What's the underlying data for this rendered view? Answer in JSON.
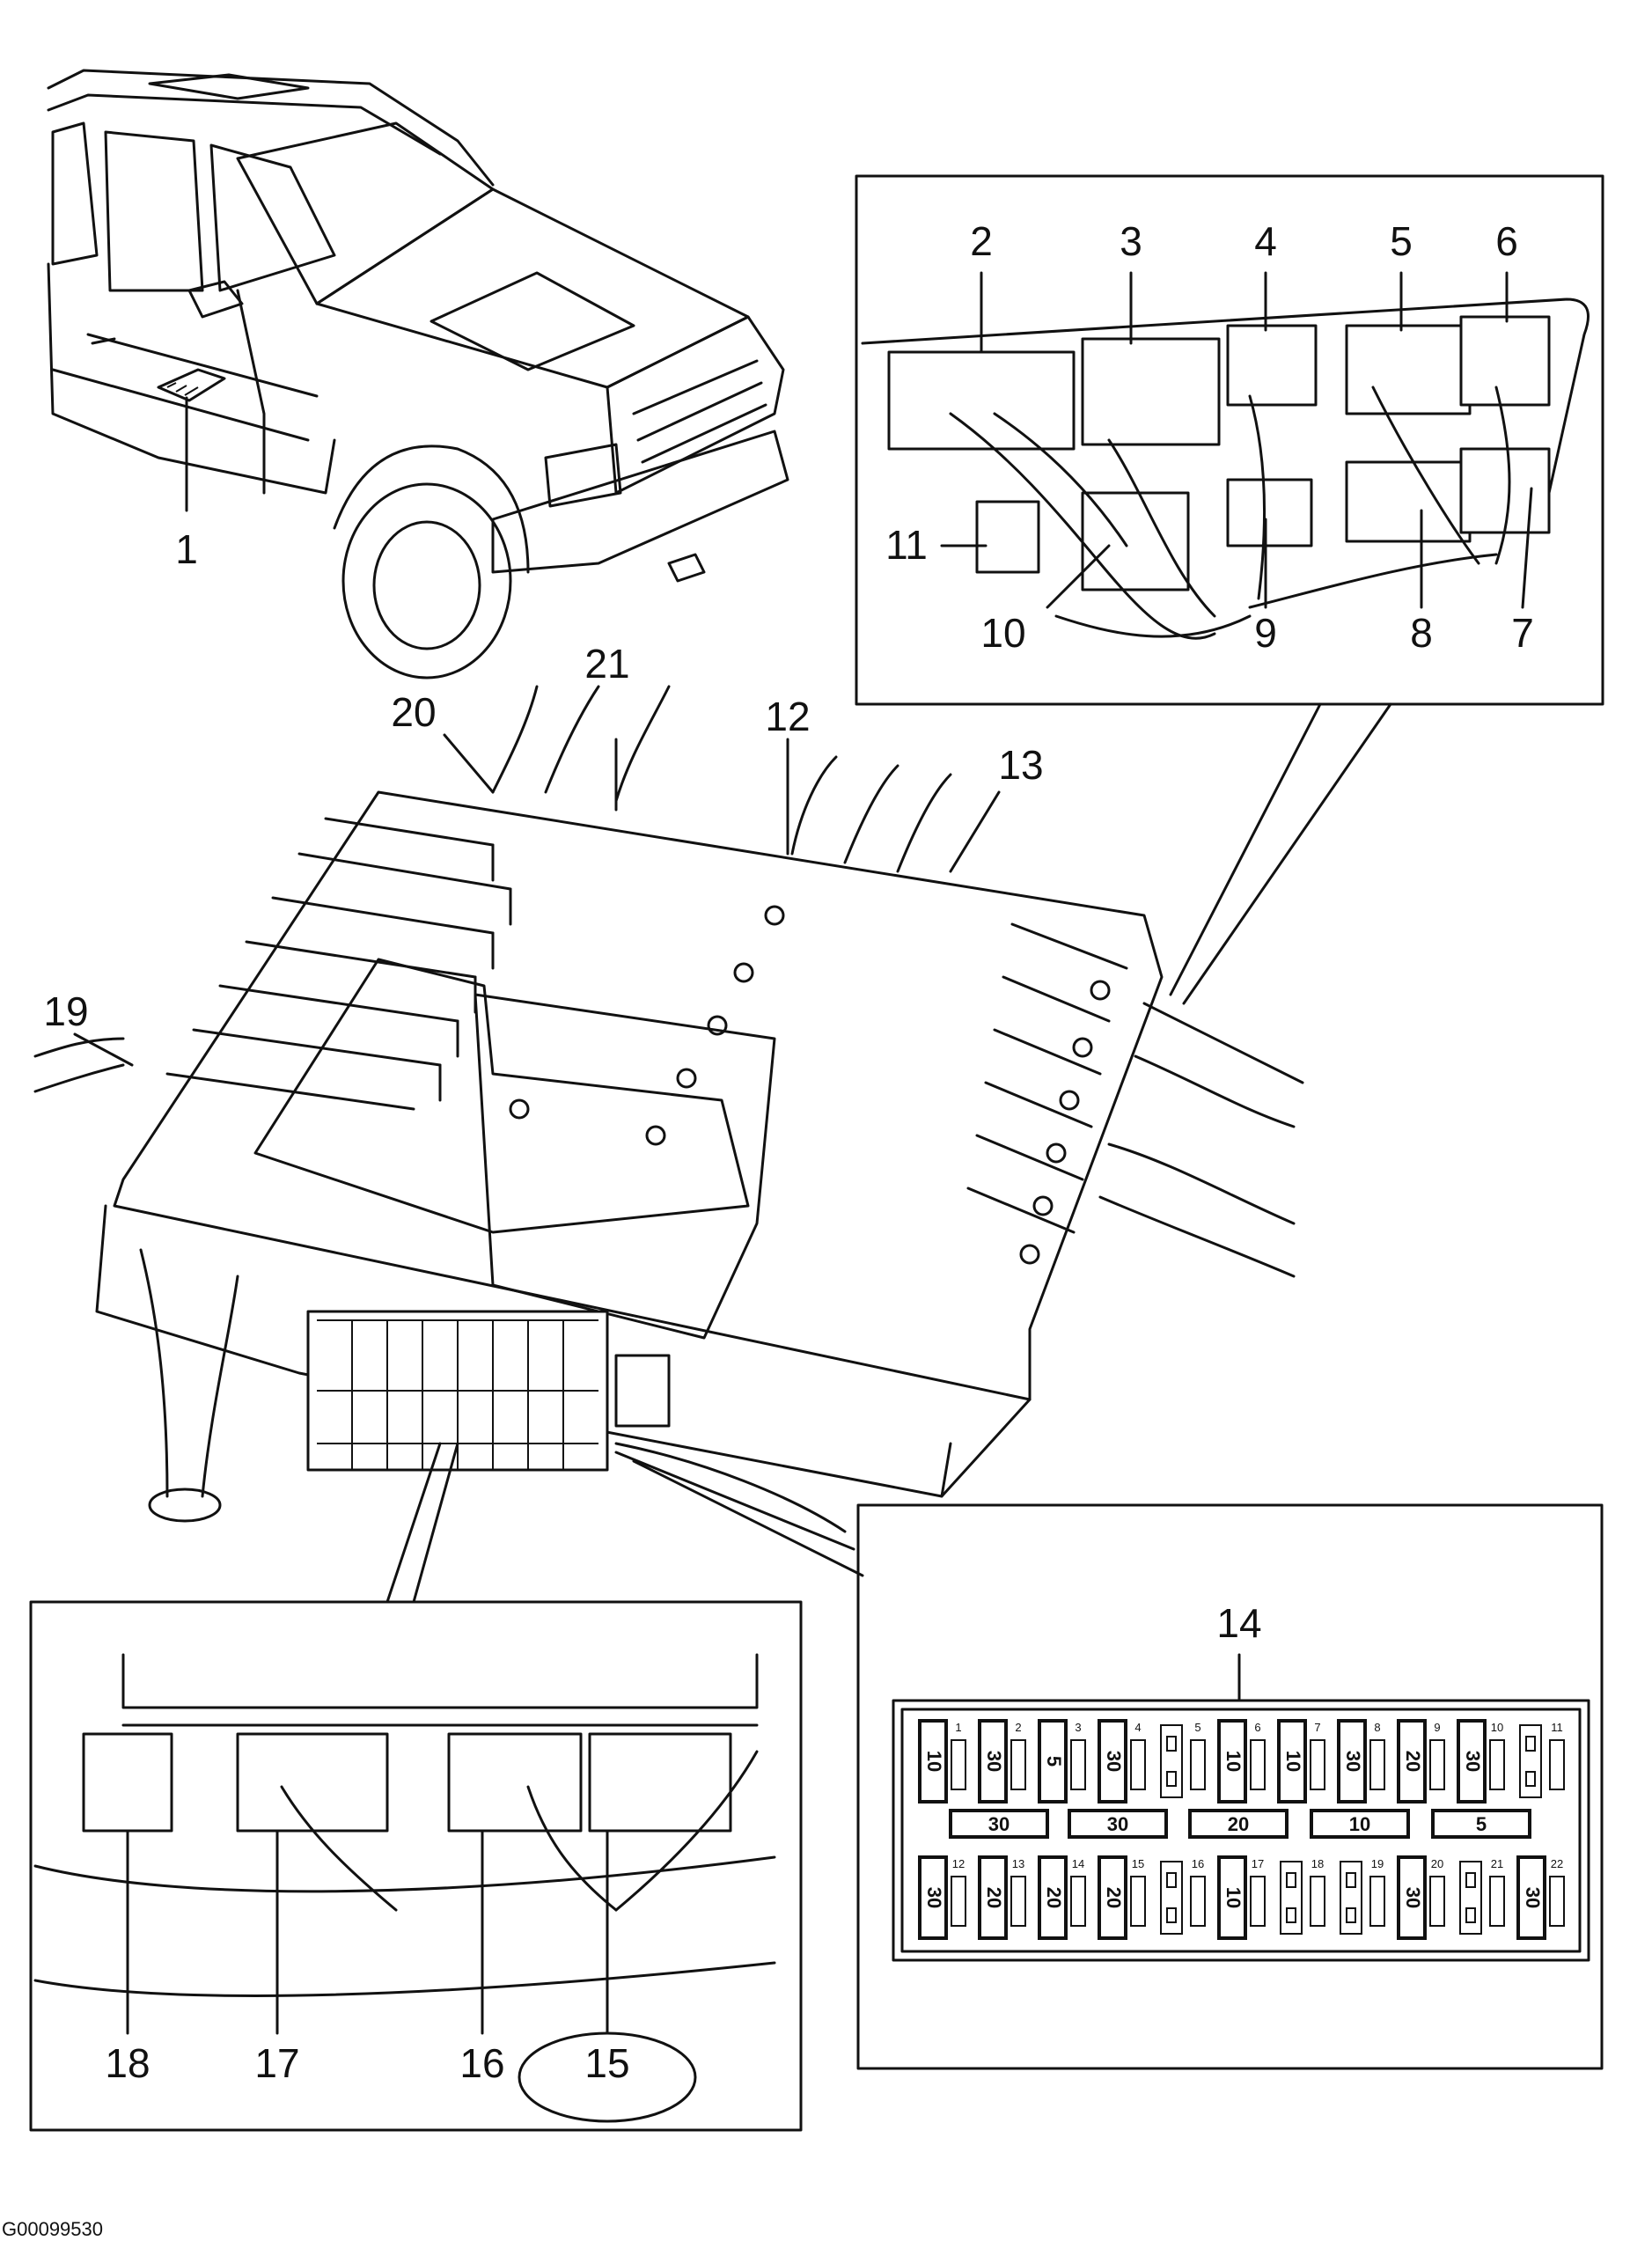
{
  "document_id": "G00099530",
  "callouts": {
    "c1": "1",
    "c2": "2",
    "c3": "3",
    "c4": "4",
    "c5": "5",
    "c6": "6",
    "c7": "7",
    "c8": "8",
    "c9": "9",
    "c10": "10",
    "c11": "11",
    "c12": "12",
    "c13": "13",
    "c14": "14",
    "c15": "15",
    "c16": "16",
    "c17": "17",
    "c18": "18",
    "c19": "19",
    "c20": "20",
    "c21": "21"
  },
  "fuse_box": {
    "top_row_ratings": [
      "10",
      "30",
      "5",
      "30",
      "",
      "10",
      "10",
      "30",
      "20",
      "30",
      ""
    ],
    "top_row_numbers": [
      "1",
      "2",
      "3",
      "4",
      "5",
      "6",
      "7",
      "8",
      "9",
      "10",
      "11"
    ],
    "middle_row_ratings": [
      "30",
      "30",
      "20",
      "10",
      "5"
    ],
    "bottom_row_ratings": [
      "30",
      "20",
      "20",
      "20",
      "",
      "10",
      "",
      "",
      "30",
      "",
      "30"
    ],
    "bottom_row_numbers": [
      "12",
      "13",
      "14",
      "15",
      "16",
      "17",
      "18",
      "19",
      "20",
      "21",
      "22"
    ]
  }
}
